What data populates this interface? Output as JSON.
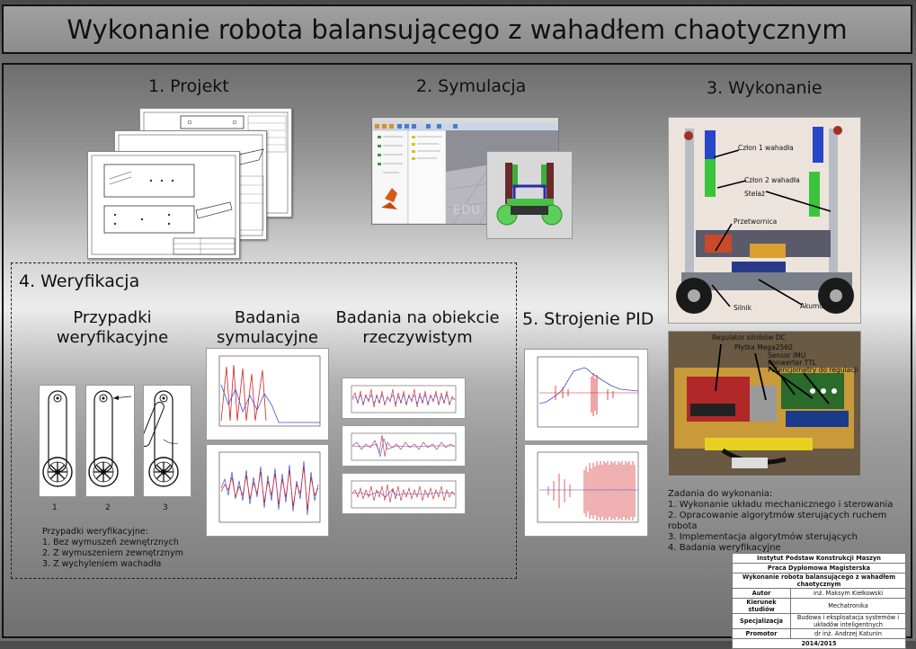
{
  "header": {
    "title": "Wykonanie robota balansującego z wahadłem chaotycznym"
  },
  "sections": {
    "project": "1. Projekt",
    "simulation": "2. Symulacja",
    "execution": "3. Wykonanie",
    "verification": "4. Weryfikacja",
    "pid": "5. Strojenie PID"
  },
  "verification": {
    "col1_title": "Przypadki weryfikacyjne",
    "col2_title": "Badania symulacyjne",
    "col3_title": "Badania na obiekcie rzeczywistym",
    "case_labels": [
      "1",
      "2",
      "3"
    ],
    "cases_heading": "Przypadki weryfikacyjne:",
    "cases": [
      "1. Bez wymuszeń zewnętrznych",
      "2. Z wymuszeniem zewnętrznym",
      "3. Z wychyleniem wachadła"
    ]
  },
  "sim_watermark": "EDU",
  "robot_labels": {
    "segment1": "Człon 1 wahadła",
    "segment2": "Człon 2 wahadła",
    "frame": "Stelaż",
    "converter": "Przetwornica",
    "motor": "Silnik",
    "battery": "Akumulator"
  },
  "electronics_labels": {
    "regulator": "Regulator silników DC",
    "board": "Płytka Mega2560",
    "imu": "Sensor IMU",
    "ttl": "Konwerter TTL",
    "pots": "Potencjometry do regulacji"
  },
  "tasks": {
    "heading": "Zadania do wykonania:",
    "items": [
      "1. Wykonanie układu mechanicznego i sterowania",
      "2. Opracowanie algorytmów sterujących ruchem robota",
      "3. Implementacja algorytmów sterujących",
      "4. Badania weryfikacyjne"
    ]
  },
  "info_table": {
    "institute": "Instytut Podstaw Konstrukcji Maszyn",
    "thesis_type": "Praca Dyplomowa Magisterska",
    "thesis_title": "Wykonanie robota balansującego z wahadłem chaotycznym",
    "rows": [
      {
        "label": "Autor",
        "value": "inż. Maksym Kiełkowski"
      },
      {
        "label": "Kierunek studiów",
        "value": "Mechatronika"
      },
      {
        "label": "Specjalizacja",
        "value": "Budowa i eksploatacja systemów i układów inteligentnych"
      },
      {
        "label": "Promotor",
        "value": "dr inż. Andrzej Katunin"
      }
    ],
    "year": "2014/2015"
  },
  "colors": {
    "red_trace": "#d22020",
    "blue_trace": "#3a4fd6",
    "robot_blue": "#2846c8",
    "robot_green": "#3bc43b"
  }
}
